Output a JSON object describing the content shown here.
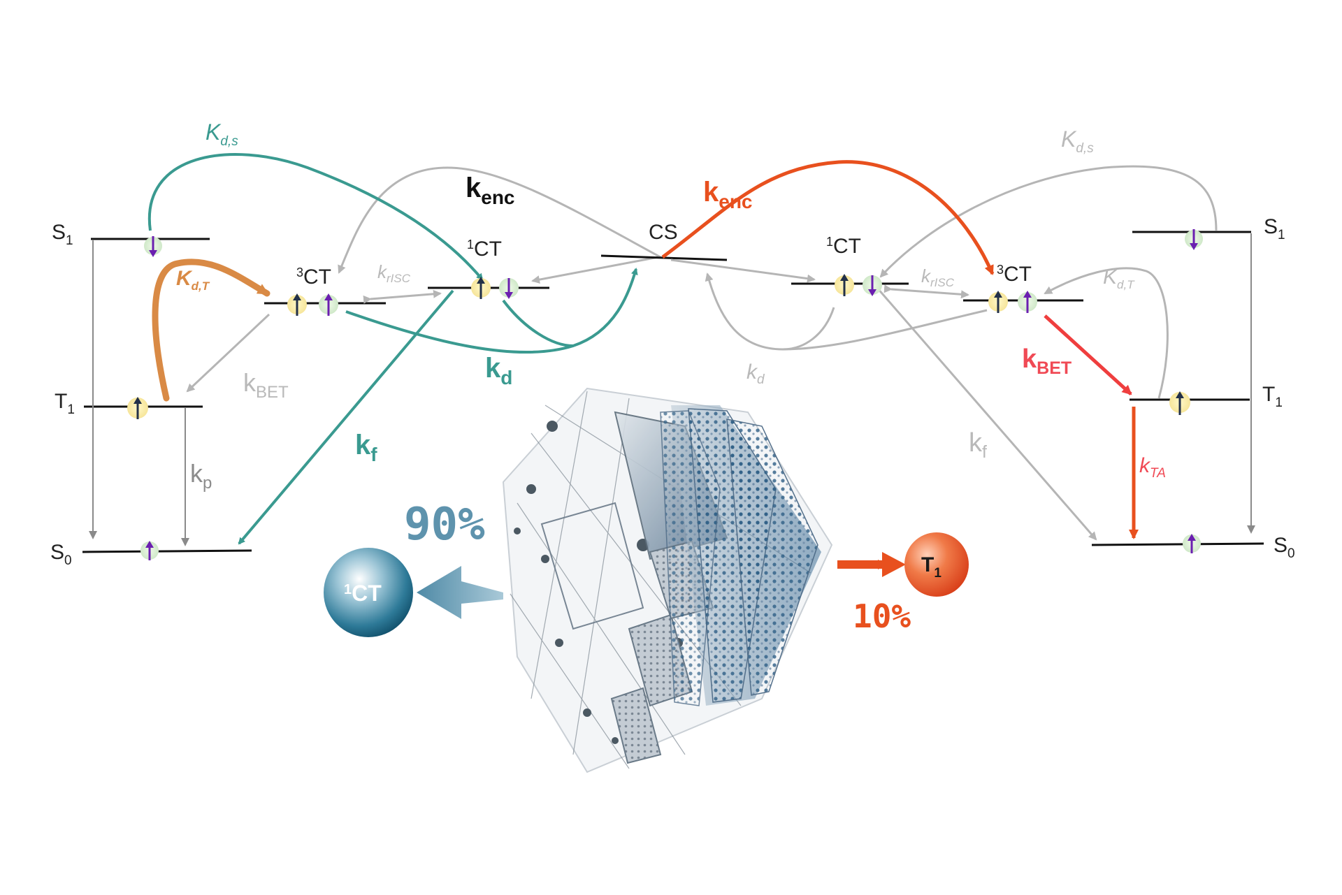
{
  "states_left": {
    "s1": "S",
    "s1_sub": "1",
    "t1": "T",
    "t1_sub": "1",
    "s0": "S",
    "s0_sub": "0",
    "ct3": "CT",
    "ct3_sup": "3",
    "ct1": "CT",
    "ct1_sup": "1"
  },
  "states_right": {
    "s1": "S",
    "s1_sub": "1",
    "t1": "T",
    "t1_sub": "1",
    "s0": "S",
    "s0_sub": "0",
    "ct3": "CT",
    "ct3_sup": "3",
    "ct1": "CT",
    "ct1_sup": "1"
  },
  "center": {
    "cs": "CS"
  },
  "rates_left": {
    "kds": "K",
    "kds_sub": "d,s",
    "kdt": "K",
    "kdt_sub": "d,T",
    "krisc": "k",
    "krisc_sub": "rISC",
    "kenc": "k",
    "kenc_sub": "enc",
    "kbet": "k",
    "kbet_sub": "BET",
    "kd": "k",
    "kd_sub": "d",
    "kf": "k",
    "kf_sub": "f",
    "kp": "k",
    "kp_sub": "p"
  },
  "rates_right": {
    "kds": "K",
    "kds_sub": "d,s",
    "kdt": "K",
    "kdt_sub": "d,T",
    "krisc": "k",
    "krisc_sub": "rISC",
    "kenc": "k",
    "kenc_sub": "enc",
    "kbet": "k",
    "kbet_sub": "BET",
    "kd": "k",
    "kd_sub": "d",
    "kf": "k",
    "kf_sub": "f",
    "kta": "k",
    "kta_sub": "TA"
  },
  "bottom": {
    "pct_ct": "90%",
    "pct_t1": "10%",
    "ball_ct": "CT",
    "ball_ct_sup": "1",
    "ball_t1": "T",
    "ball_t1_sub": "1"
  },
  "colors": {
    "teal": "#3a9a90",
    "orange": "#d98a45",
    "red_orange": "#e8501e",
    "pink_red": "#f04a55",
    "gray": "#b7b7b7",
    "steel_blue": "#5e93ad",
    "spin_purple": "#6b1fb0"
  }
}
